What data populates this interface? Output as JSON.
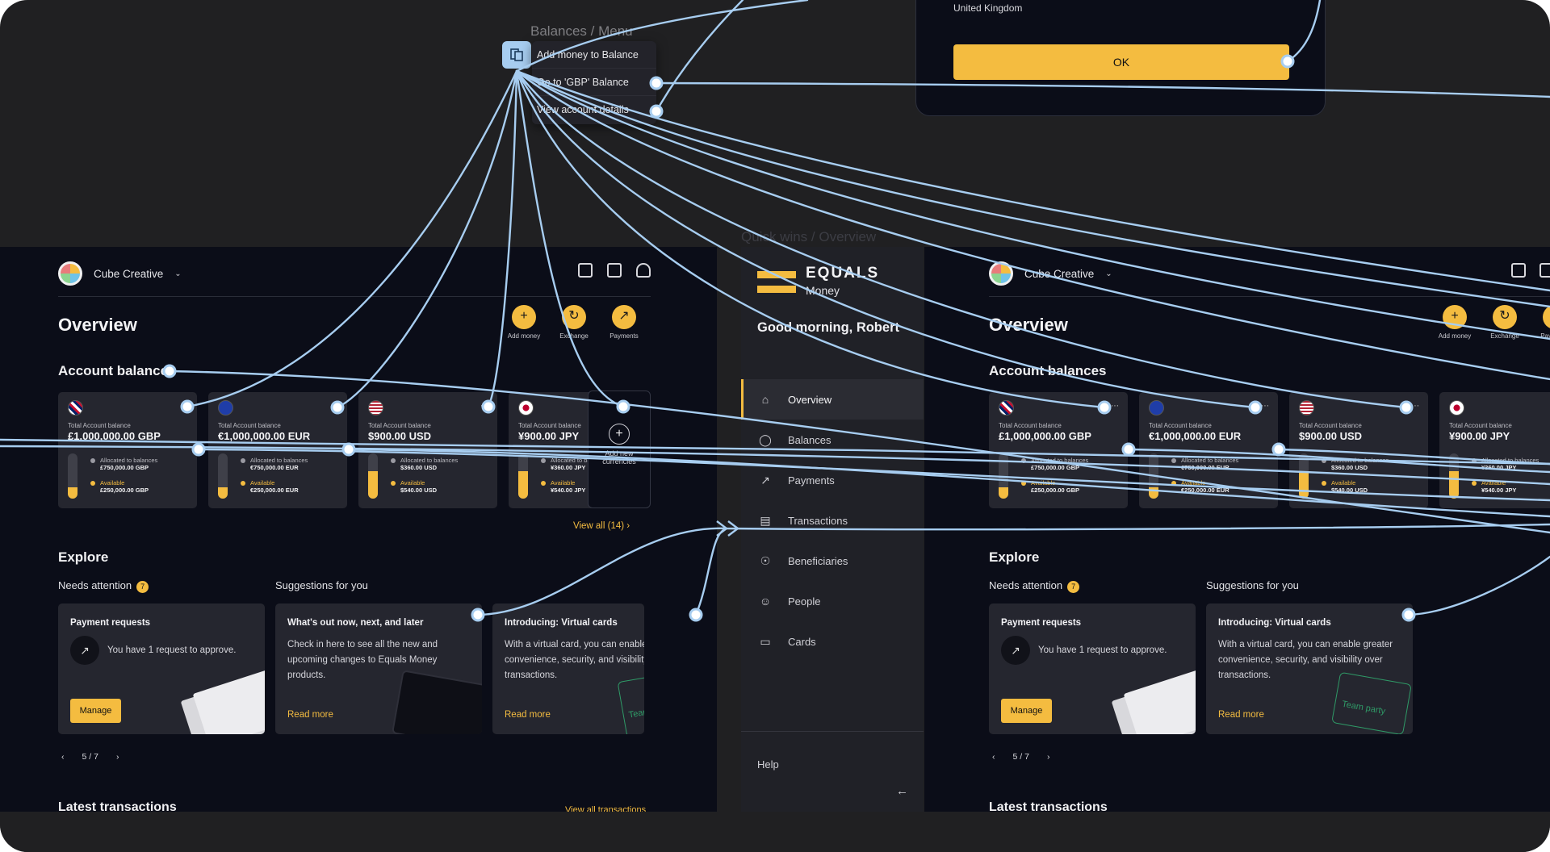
{
  "frames": {
    "balances_menu_label": "Balances / Menu",
    "quick_wins_label": "Quick wins / Overview"
  },
  "balances_menu": {
    "items": [
      "Add money to Balance",
      "Go to 'GBP' Balance",
      "View account details"
    ]
  },
  "dialog": {
    "country": "United Kingdom",
    "ok_label": "OK"
  },
  "company": {
    "name": "Cube Creative"
  },
  "overview": {
    "title": "Overview",
    "quick_actions": [
      {
        "label": "Add money",
        "icon": "plus-circle-icon"
      },
      {
        "label": "Exchange",
        "icon": "exchange-icon"
      },
      {
        "label": "Payments",
        "icon": "send-icon"
      }
    ],
    "account_balances_title": "Account balances",
    "accounts": [
      {
        "flag": "gb",
        "caption": "Total Account balance",
        "total": "£1,000,000.00 GBP",
        "allocated_label": "Allocated to balances",
        "allocated": "£750,000.00 GBP",
        "available_label": "Available",
        "available": "£250,000.00 GBP",
        "available_fraction": 0.25
      },
      {
        "flag": "eu",
        "caption": "Total Account balance",
        "total": "€1,000,000.00 EUR",
        "allocated_label": "Allocated to balances",
        "allocated": "€750,000.00 EUR",
        "available_label": "Available",
        "available": "€250,000.00 EUR",
        "available_fraction": 0.25
      },
      {
        "flag": "us",
        "caption": "Total Account balance",
        "total": "$900.00 USD",
        "allocated_label": "Allocated to balances",
        "allocated": "$360.00 USD",
        "available_label": "Available",
        "available": "$540.00 USD",
        "available_fraction": 0.6
      },
      {
        "flag": "jp",
        "caption": "Total Account balance",
        "total": "¥900.00 JPY",
        "allocated_label": "Allocated to balances",
        "allocated": "¥360.00 JPY",
        "available_label": "Available",
        "available": "¥540.00 JPY",
        "available_fraction": 0.6
      }
    ],
    "add_currencies_label": "Add new currencies",
    "view_all_label": "View all (14)",
    "explore_title": "Explore",
    "needs_attention_label": "Needs attention",
    "needs_attention_count": "7",
    "suggestions_label": "Suggestions for you",
    "payment_requests": {
      "title": "Payment requests",
      "text": "You have 1 request to approve.",
      "button": "Manage"
    },
    "whats_out": {
      "title": "What's out now, next, and later",
      "text": "Check in here to see all the new and upcoming changes to Equals Money products.",
      "link": "Read more"
    },
    "virtual_cards": {
      "title": "Introducing: Virtual cards",
      "text": "With a virtual card, you can enable greater convenience, security, and visibility over transactions.",
      "link": "Read more",
      "card_text": "Team party"
    },
    "pager": "5 / 7",
    "latest_title": "Latest transactions",
    "view_all_tx": "View all transactions"
  },
  "sidebar": {
    "brand": "EQUALS",
    "brand_sub": "Money",
    "greeting": "Good morning, Robert",
    "items": [
      {
        "label": "Overview",
        "icon": "home-icon",
        "active": true
      },
      {
        "label": "Balances",
        "icon": "balances-icon",
        "active": false
      },
      {
        "label": "Payments",
        "icon": "payments-icon",
        "active": false
      },
      {
        "label": "Transactions",
        "icon": "transactions-icon",
        "active": false
      },
      {
        "label": "Beneficiaries",
        "icon": "beneficiaries-icon",
        "active": false
      },
      {
        "label": "People",
        "icon": "people-icon",
        "active": false
      },
      {
        "label": "Cards",
        "icon": "cards-icon",
        "active": false
      }
    ],
    "help": "Help"
  },
  "colors": {
    "accent": "#f4bc40",
    "wire": "#a7cdf0",
    "panel": "#0b0d18",
    "canvas": "#202022"
  }
}
